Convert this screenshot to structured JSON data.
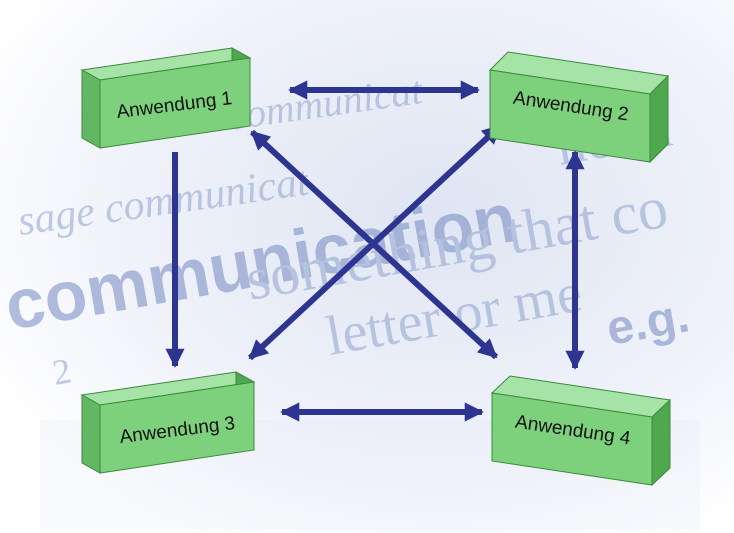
{
  "background_words": [
    "communicat",
    "sage communicat",
    "communication",
    "noun",
    "something that co",
    "letter or me",
    "e.g.",
    "2"
  ],
  "nodes": [
    {
      "id": "n1",
      "label": "Anwendung 1"
    },
    {
      "id": "n2",
      "label": "Anwendung 2"
    },
    {
      "id": "n3",
      "label": "Anwendung 3"
    },
    {
      "id": "n4",
      "label": "Anwendung 4"
    }
  ],
  "edges": [
    {
      "from": "n1",
      "to": "n2",
      "direction": "both"
    },
    {
      "from": "n3",
      "to": "n4",
      "direction": "both"
    },
    {
      "from": "n2",
      "to": "n4",
      "direction": "both"
    },
    {
      "from": "n1",
      "to": "n4",
      "direction": "both"
    },
    {
      "from": "n2",
      "to": "n3",
      "direction": "both"
    },
    {
      "from": "n1",
      "to": "n3",
      "direction": "forward"
    }
  ],
  "colors": {
    "box_front": "#7dd17d",
    "box_top": "#a6e3a6",
    "box_side": "#4fa84f",
    "box_edge": "#3b8a3b",
    "arrow": "#2e3590"
  }
}
